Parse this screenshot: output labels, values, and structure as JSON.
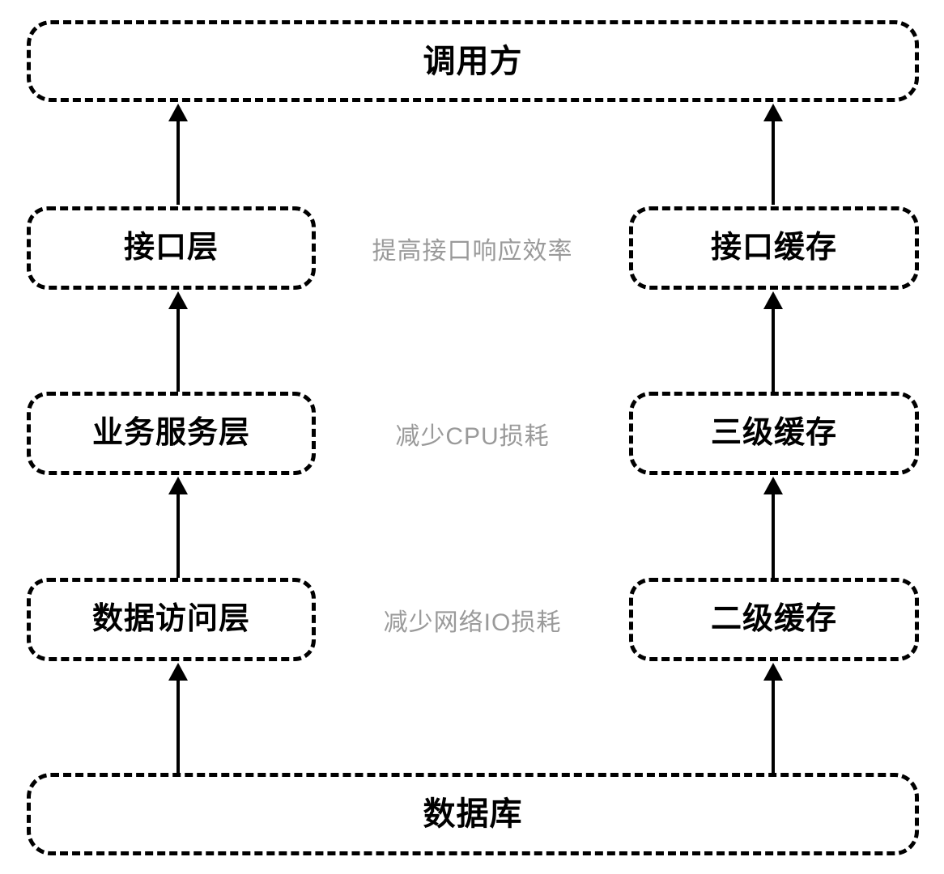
{
  "diagram": {
    "title_top": "调用方",
    "title_bottom": "数据库",
    "left_column": [
      {
        "id": "interface-layer",
        "label": "接口层"
      },
      {
        "id": "business-service-layer",
        "label": "业务服务层"
      },
      {
        "id": "data-access-layer",
        "label": "数据访问层"
      }
    ],
    "right_column": [
      {
        "id": "interface-cache",
        "label": "接口缓存"
      },
      {
        "id": "level-3-cache",
        "label": "三级缓存"
      },
      {
        "id": "level-2-cache",
        "label": "二级缓存"
      }
    ],
    "annotations": [
      {
        "id": "improve-interface-response",
        "label": "提高接口响应效率"
      },
      {
        "id": "reduce-cpu-cost",
        "label": "减少CPU损耗"
      },
      {
        "id": "reduce-network-io-cost",
        "label": "减少网络IO损耗"
      }
    ],
    "colors": {
      "stroke": "#000000",
      "text": "#000000",
      "annotation_text": "#9a9a9a",
      "background": "#ffffff"
    }
  }
}
